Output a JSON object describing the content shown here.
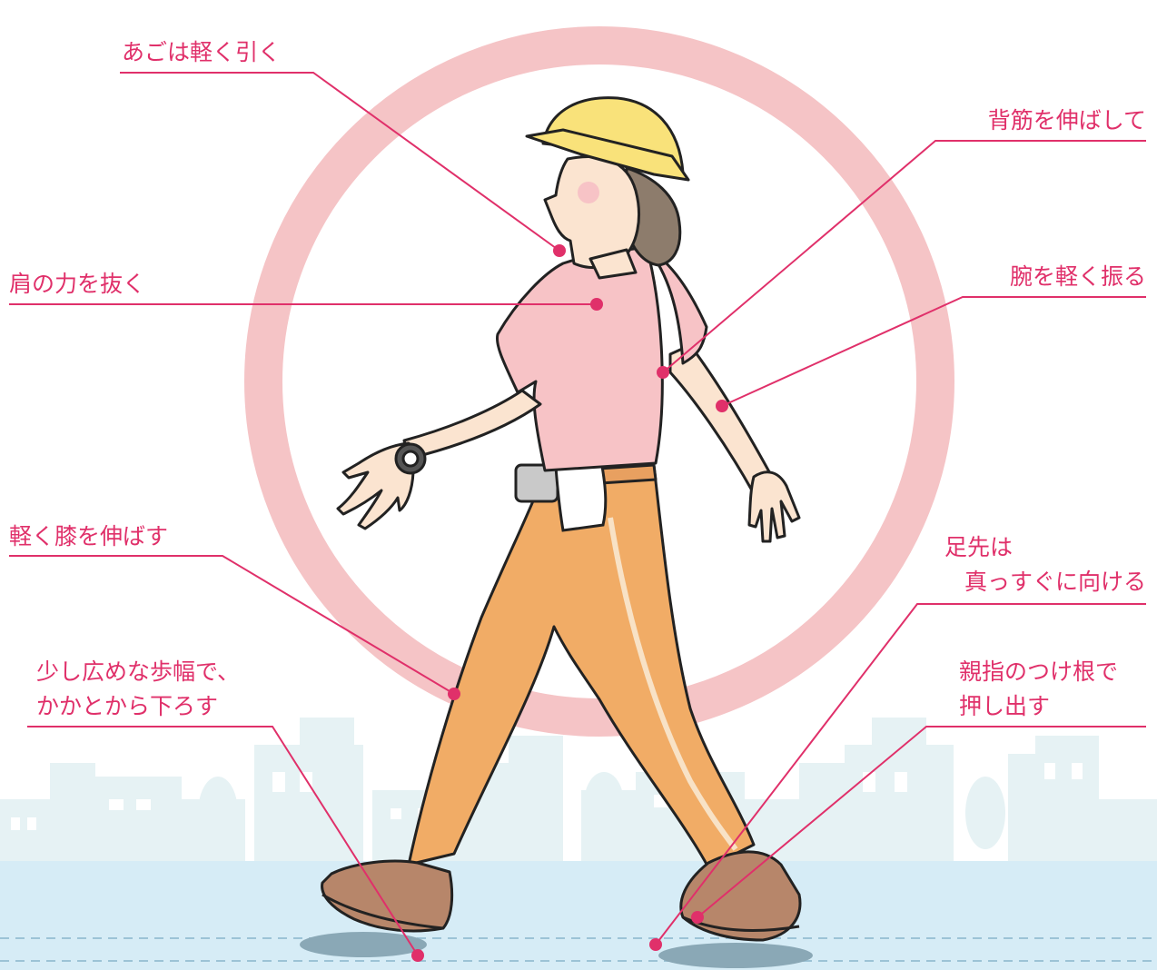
{
  "colors": {
    "accent": "#e0306a",
    "ring": "#f5c4c6",
    "ground": "#d6ecf6",
    "city": "#e6f2f4",
    "shirt": "#f7c3c6",
    "pants": "#f1ac66",
    "hat": "#f9e27a",
    "skin": "#fbe4d0",
    "shoe": "#b7866a",
    "hair": "#8d7c6c",
    "shadow": "#8aa8b6"
  },
  "labels": {
    "chin": "あごは軽く引く",
    "shoulder": "肩の力を抜く",
    "back": "背筋を伸ばして",
    "arm": "腕を軽く振る",
    "knee": "軽く膝を伸ばす",
    "toe_line1": "足先は",
    "toe_line2": "真っすぐに向ける",
    "stride_line1": "少し広めな歩幅で、",
    "stride_line2": "かかとから下ろす",
    "push_line1": "親指のつけ根で",
    "push_line2": "押し出す"
  }
}
